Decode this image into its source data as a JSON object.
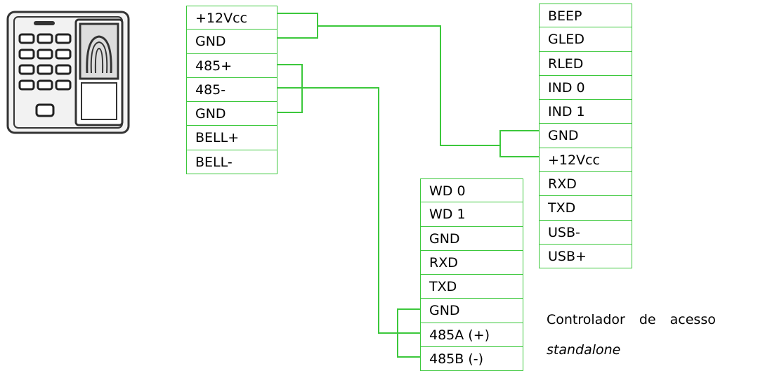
{
  "reader": {
    "terminals": [
      "+12Vcc",
      "GND",
      "485+",
      "485-",
      "GND",
      "BELL+",
      "BELL-"
    ]
  },
  "module": {
    "terminals": [
      "BEEP",
      "GLED",
      "RLED",
      "IND 0",
      "IND 1",
      "GND",
      "+12Vcc",
      "RXD",
      "TXD",
      "USB-",
      "USB+"
    ]
  },
  "controller": {
    "terminals": [
      "WD 0",
      "WD 1",
      "GND",
      "RXD",
      "TXD",
      "GND",
      "485A (+)",
      "485B (-)"
    ],
    "label_line1": "Controlador de acesso",
    "label_line2": "standalone"
  },
  "colors": {
    "wire": "#3cc83c",
    "device_outline": "#333333"
  },
  "icons": [
    "fingerprint-reader-icon"
  ]
}
